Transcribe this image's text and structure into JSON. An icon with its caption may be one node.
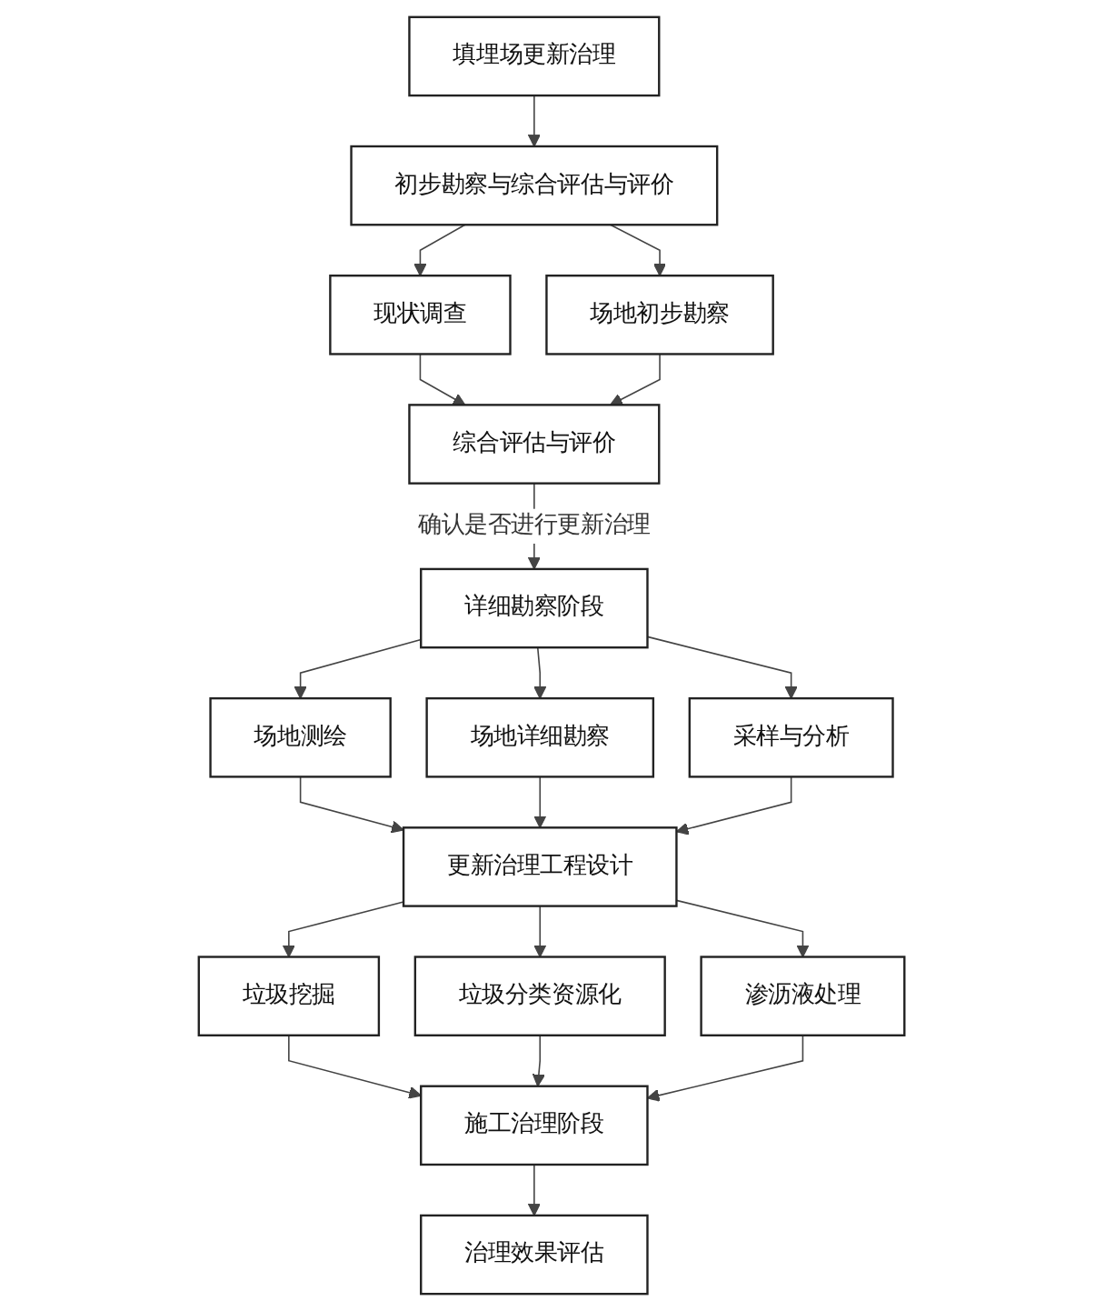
{
  "diagram": {
    "nodes": [
      {
        "text": [
          "填埋场更新治理"
        ]
      },
      {
        "text": [
          "初步勘察与综合评估与评价"
        ]
      },
      {
        "text": [
          "现状调查"
        ]
      },
      {
        "text": [
          "场地初步勘察"
        ]
      },
      {
        "text": [
          "综合评估与评价"
        ]
      },
      {
        "text": [
          "详细勘察阶段"
        ]
      },
      {
        "text": [
          "场地测绘"
        ]
      },
      {
        "text": [
          "场地详细勘察"
        ]
      },
      {
        "text": [
          "采样与分析"
        ]
      },
      {
        "text": [
          "更新治理工程设计"
        ]
      },
      {
        "text": [
          "垃圾挖掘"
        ]
      },
      {
        "text": [
          "垃圾分类资源化"
        ]
      },
      {
        "text": [
          "渗沥液处理"
        ]
      },
      {
        "text": [
          "施工治理阶段"
        ]
      },
      {
        "text": [
          "治理效果评估"
        ]
      }
    ],
    "edges": [
      {
        "from": 0,
        "to": 1,
        "arrow": "to"
      },
      {
        "from": 1,
        "to": 2,
        "arrow": "to"
      },
      {
        "from": 1,
        "to": 3,
        "arrow": "to"
      },
      {
        "from": 2,
        "to": 4,
        "arrow": "to"
      },
      {
        "from": 3,
        "to": 4,
        "arrow": "to"
      },
      {
        "from": 4,
        "to": 5,
        "arrow": "to",
        "label": "确认是否进行更新治理"
      },
      {
        "from": 5,
        "to": 6,
        "arrow": "to"
      },
      {
        "from": 5,
        "to": 7,
        "arrow": "to"
      },
      {
        "from": 5,
        "to": 8,
        "arrow": "to"
      },
      {
        "from": 6,
        "to": 9,
        "arrow": "to"
      },
      {
        "from": 7,
        "to": 9,
        "arrow": "to"
      },
      {
        "from": 8,
        "to": 9,
        "arrow": "to"
      },
      {
        "from": 9,
        "to": 10,
        "arrow": "to"
      },
      {
        "from": 9,
        "to": 11,
        "arrow": "to"
      },
      {
        "from": 9,
        "to": 12,
        "arrow": "to"
      },
      {
        "from": 10,
        "to": 13,
        "arrow": "to"
      },
      {
        "from": 11,
        "to": 13,
        "arrow": "to"
      },
      {
        "from": 12,
        "to": 13,
        "arrow": "to"
      },
      {
        "from": 13,
        "to": 14,
        "arrow": "to"
      }
    ]
  }
}
